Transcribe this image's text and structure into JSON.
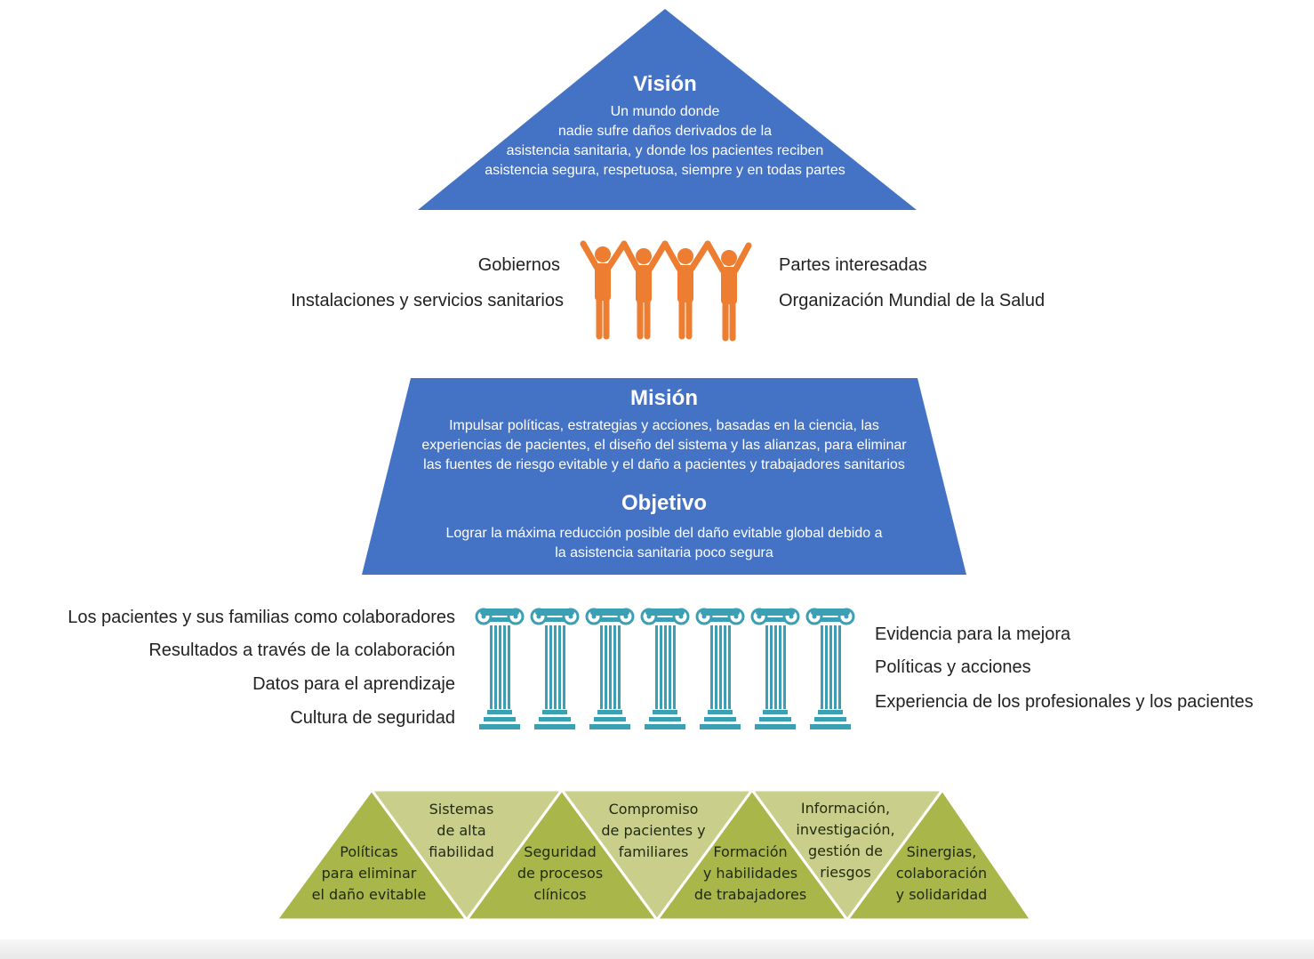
{
  "colors": {
    "blue": "#4472C4",
    "orange": "#ED7D31",
    "teal": "#3BA0B3",
    "olive": "#A9B64A"
  },
  "vision": {
    "title": "Visión",
    "lines": [
      "Un mundo donde",
      "nadie sufre daños derivados de la",
      "asistencia sanitaria, y donde los pacientes reciben",
      "asistencia segura, respetuosa, siempre y en todas partes"
    ]
  },
  "stakeholders": {
    "icon": "people-raising-arms-icon",
    "left": [
      "Gobiernos",
      "Instalaciones y servicios sanitarios"
    ],
    "right": [
      "Partes interesadas",
      "Organización Mundial de la Salud"
    ]
  },
  "mission": {
    "title": "Misión",
    "lines": [
      "Impulsar políticas, estrategias y acciones, basadas en la ciencia, las",
      "experiencias de pacientes, el diseño del sistema y las alianzas, para eliminar",
      "las fuentes de riesgo evitable y el daño a pacientes y trabajadores sanitarios"
    ]
  },
  "objective": {
    "title": "Objetivo",
    "lines": [
      "Lograr la máxima reducción posible del daño evitable global debido a",
      "la asistencia sanitaria poco segura"
    ]
  },
  "pillars": {
    "icon": "column-icon",
    "left": [
      "Los pacientes y sus familias como colaboradores",
      "Resultados a través de la colaboración",
      "Datos para el aprendizaje",
      "Cultura de seguridad"
    ],
    "right": [
      "Evidencia para la mejora",
      "Políticas y acciones",
      "Experiencia de los profesionales y los pacientes"
    ]
  },
  "objectives": [
    {
      "lines": [
        "Políticas",
        "para eliminar",
        "el daño evitable"
      ]
    },
    {
      "lines": [
        "Sistemas",
        "de alta",
        "fiabilidad"
      ]
    },
    {
      "lines": [
        "Seguridad",
        "de procesos",
        "clínicos"
      ]
    },
    {
      "lines": [
        "Compromiso",
        "de pacientes y",
        "familiares"
      ]
    },
    {
      "lines": [
        "Formación",
        "y habilidades",
        "de trabajadores"
      ]
    },
    {
      "lines": [
        "Información,",
        "investigación,",
        "gestión de",
        "riesgos"
      ]
    },
    {
      "lines": [
        "Sinergias,",
        "colaboración",
        "y solidaridad"
      ]
    }
  ]
}
